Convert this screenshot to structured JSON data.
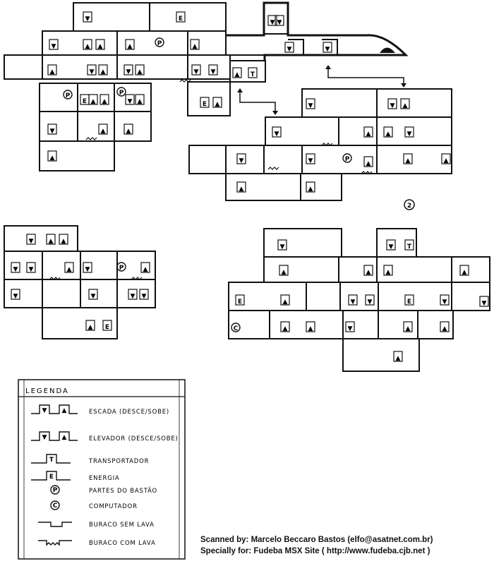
{
  "legend": {
    "title": "LEGENDA",
    "items": [
      {
        "key": "stairs",
        "label": "ESCADA (DESCE/SOBE)"
      },
      {
        "key": "elevator",
        "label": "ELEVADOR (DESCE/SOBE)"
      },
      {
        "key": "transporter",
        "label": "TRANSPORTADOR"
      },
      {
        "key": "energy",
        "label": "ENERGIA"
      },
      {
        "key": "staff",
        "label": "PARTES DO BASTÃO"
      },
      {
        "key": "computer",
        "label": "COMPUTADOR"
      },
      {
        "key": "hole",
        "label": "BURACO SEM LAVA"
      },
      {
        "key": "lava",
        "label": "BURACO COM LAVA"
      }
    ]
  },
  "symbols": {
    "down": "▼",
    "up": "▲",
    "transporter": "T",
    "energy": "E",
    "staff": "P",
    "computer": "C"
  },
  "map_number": "2",
  "credits": {
    "scanned_by": "Scanned by: Marcelo Beccaro Bastos (elfo@asatnet.com.br)",
    "specially_for": "Specially for: Fudeba MSX Site ( http://www.fudeba.cjb.net )"
  }
}
